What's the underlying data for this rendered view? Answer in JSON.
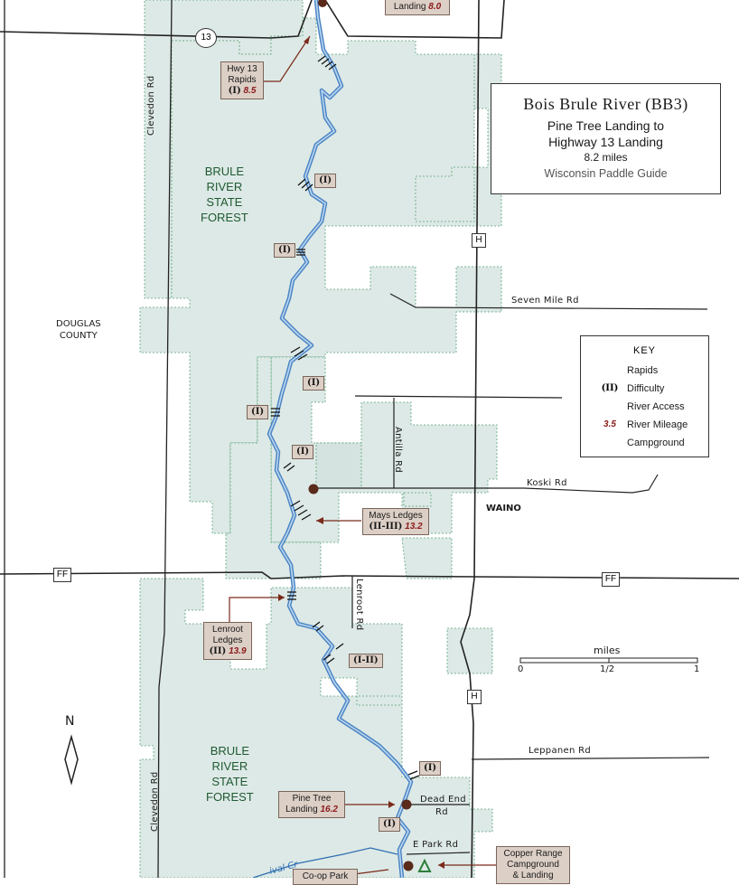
{
  "title": {
    "river": "Bois Brule River (BB3)",
    "route_line1": "Pine Tree Landing to",
    "route_line2": "Highway 13 Landing",
    "distance": "8.2 miles",
    "publisher": "Wisconsin Paddle Guide"
  },
  "key": {
    "heading": "KEY",
    "items": [
      {
        "label": "Rapids",
        "icon": "rapids-icon"
      },
      {
        "label": "Difficulty",
        "symbol": "(II)"
      },
      {
        "label": "River Access",
        "icon": "river-access-icon"
      },
      {
        "label": "River Mileage",
        "symbol": "3.5"
      },
      {
        "label": "Campground",
        "icon": "campground-icon"
      }
    ]
  },
  "areas": {
    "county": [
      "DOUGLAS",
      "COUNTY"
    ],
    "forest": [
      "BRULE",
      "RIVER",
      "STATE",
      "FOREST"
    ],
    "town": "WAINO"
  },
  "roads": {
    "clevedon": "Clevedon Rd",
    "seven_mile": "Seven Mile Rd",
    "antilla": "Antilla Rd",
    "koski": "Koski Rd",
    "lenroot": "Lenroot Rd",
    "leppanen": "Leppanen Rd",
    "dead_end_1": "Dead End",
    "dead_end_2": "Rd",
    "e_park": "E Park Rd",
    "creek": "ival Cr"
  },
  "shields": {
    "hwy13": "13",
    "ff": "FF",
    "h": "H"
  },
  "callouts": {
    "landing_top": {
      "label": "Landing",
      "mile": "8.0"
    },
    "hwy13_rapids": {
      "line1": "Hwy 13",
      "line2": "Rapids",
      "difficulty": "(I)",
      "mile": "8.5"
    },
    "mays_ledges": {
      "line1": "Mays Ledges",
      "difficulty": "(II-III)",
      "mile": "13.2"
    },
    "lenroot_ledges": {
      "line1": "Lenroot",
      "line2": "Ledges",
      "difficulty": "(II)",
      "mile": "13.9"
    },
    "pine_tree": {
      "line1": "Pine Tree",
      "line2": "Landing",
      "mile": "16.2"
    },
    "copper_range": {
      "line1": "Copper Range",
      "line2": "Campground",
      "line3": "& Landing"
    },
    "co_op_park": {
      "line1": "Co-op Park"
    }
  },
  "difficulty_labels": [
    "(I)",
    "(I)",
    "(I)",
    "(I)",
    "(I)",
    "(I-II)",
    "(I)",
    "(I)"
  ],
  "scale": {
    "unit": "miles",
    "ticks": [
      "0",
      "1/2",
      "1"
    ]
  },
  "north": "N",
  "colors": {
    "forest": "#dde9e6",
    "river": "#4a84c4",
    "callout": "#dccfc6",
    "mileage": "#8b1a1a",
    "camp": "#2e7d3a",
    "access": "#5a2a1a"
  }
}
